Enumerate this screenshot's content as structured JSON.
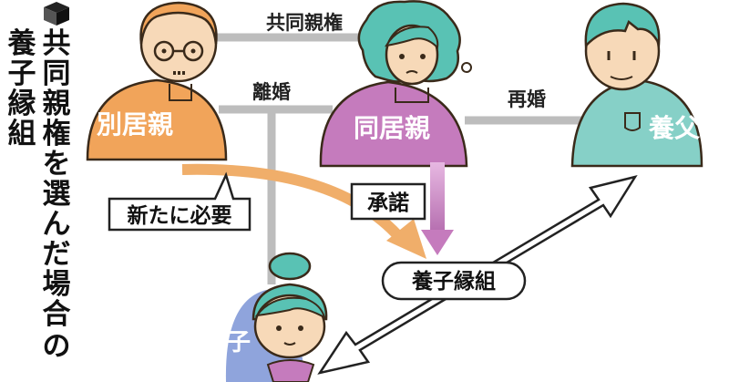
{
  "title": {
    "chars": [
      "共",
      "同",
      "親",
      "権",
      "を",
      "選",
      "ん",
      "だ",
      "場",
      "合",
      "の"
    ],
    "col2": [
      "養",
      "子",
      "縁",
      "組"
    ]
  },
  "people": {
    "separate_parent": "別居親",
    "custodial_parent": "同居親",
    "adoptive_father": "養父",
    "child": "子"
  },
  "relations": {
    "joint_custody": "共同親権",
    "divorce": "離婚",
    "remarriage": "再婚"
  },
  "labels": {
    "newly_required": "新たに必要",
    "consent": "承諾",
    "adoption": "養子縁組"
  },
  "colors": {
    "separate_parent": "#f1a45a",
    "custodial_parent": "#c57bbd",
    "adoptive_father": "#86d0c7",
    "child": "#8fa4dc",
    "line_gray": "#bdbdbd",
    "consent_arrow": "#c57bbd",
    "new_arrow": "#f0ae6a"
  }
}
